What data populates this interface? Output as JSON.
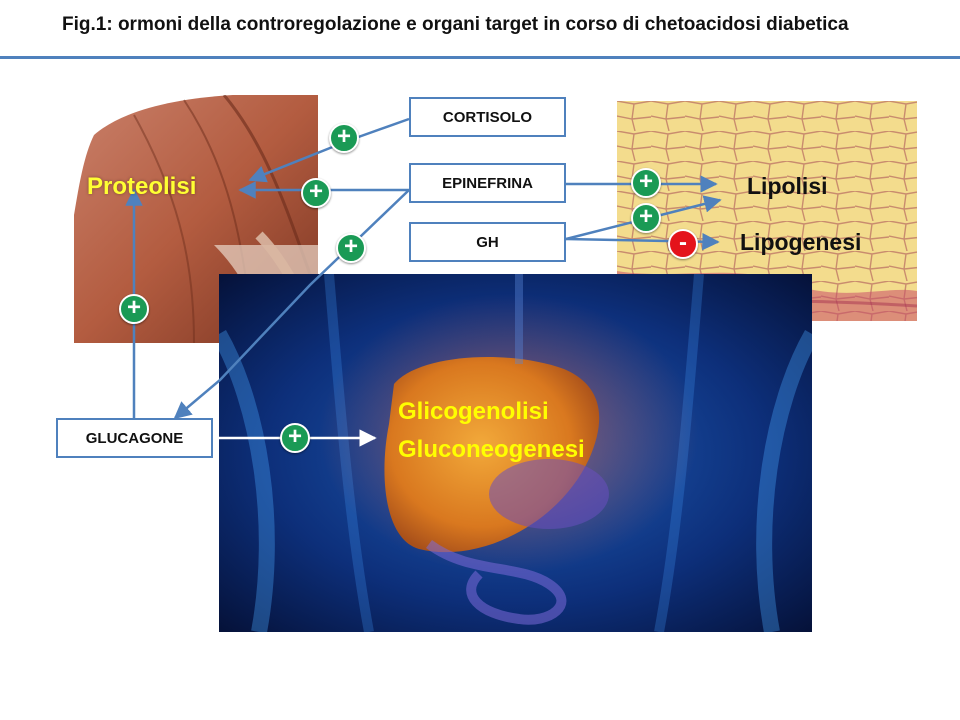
{
  "title": "Fig.1: ormoni della controregolazione e organi target in corso di chetoacidosi diabetica",
  "hormones": {
    "cortisolo": "CORTISOLO",
    "epinefrina": "EPINEFRINA",
    "gh": "GH",
    "glucagone": "GLUCAGONE"
  },
  "processes": {
    "proteolisi": "Proteolisi",
    "lipolisi": "Lipolisi",
    "lipogenesi": "Lipogenesi",
    "glicogenolisi": "Glicogenolisi",
    "gluconeogenesi": "Gluconeogenesi"
  },
  "signs": {
    "plus": "+",
    "minus": "-"
  },
  "colors": {
    "accent": "#4f81bd",
    "plus": "#1a9a55",
    "minus": "#e4131b",
    "liver_label": "#ffff00"
  }
}
